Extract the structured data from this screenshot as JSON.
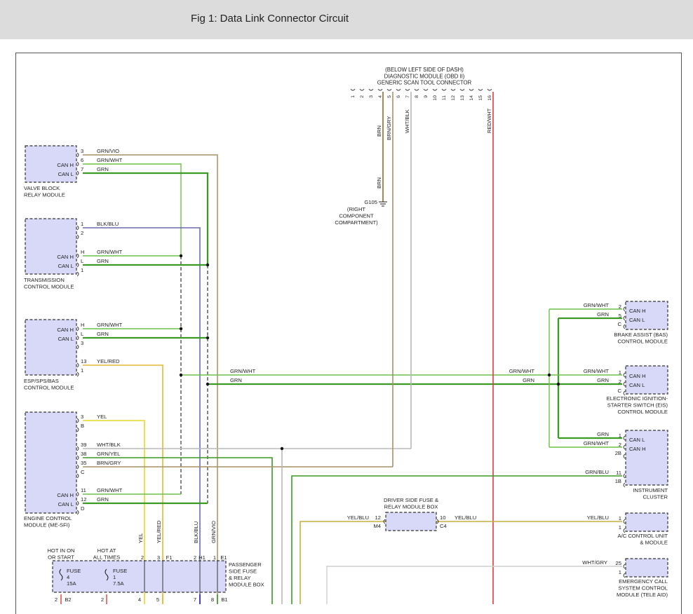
{
  "header": {
    "title": "Fig 1: Data Link Connector Circuit"
  },
  "colors": {
    "green": "#3a9a22",
    "light_green": "#6cc04a",
    "brown": "#8a6a2a",
    "tan": "#a69065",
    "gray": "#b8b8b8",
    "red": "#e23a3a",
    "purple": "#6a6ab0",
    "yellow": "#e8d820",
    "orange": "#e8b830",
    "olive": "#c8b040",
    "module_fill": "#d8d8f8"
  },
  "obd": {
    "label_lines": [
      "(BELOW LEFT SIDE OF DASH)",
      "DIAGNOSTIC MODULE (OBD II)",
      "GENERIC SCAN TOOL CONNECTOR"
    ],
    "pins": [
      "1",
      "2",
      "3",
      "4",
      "5",
      "6",
      "7",
      "8",
      "9",
      "10",
      "11",
      "12",
      "13",
      "14",
      "15",
      "16"
    ],
    "wires": {
      "w1": "BRN",
      "w2": "BRN/GRY",
      "w3": "WHT/BLK",
      "w4": "RED/WHT"
    }
  },
  "ground": {
    "wire": "BRN",
    "label_lines": [
      "G105",
      "(RIGHT",
      "COMPONENT",
      "COMPARTMENT)"
    ]
  },
  "modules": {
    "valve_block": {
      "name_lines": [
        "VALVE BLOCK",
        "RELAY MODULE"
      ],
      "labels": [
        "CAN H",
        "CAN L"
      ],
      "pins": [
        "3",
        "6",
        "7"
      ],
      "wires": [
        "GRN/VIO",
        "GRN/WHT",
        "GRN"
      ]
    },
    "transmission": {
      "name_lines": [
        "TRANSMISSION",
        "CONTROL MODULE"
      ],
      "labels": [
        "CAN H",
        "CAN L"
      ],
      "pins": [
        "1",
        "2",
        "H",
        "L",
        "1"
      ],
      "wires": [
        "BLK/BLU",
        "GRN/WHT",
        "GRN"
      ]
    },
    "esp": {
      "name_lines": [
        "ESP/SPS/BAS",
        "CONTROL MODULE"
      ],
      "labels": [
        "CAN H",
        "CAN L"
      ],
      "pins": [
        "H",
        "L",
        "3",
        "13",
        "1"
      ],
      "wires": [
        "GRN/WHT",
        "GRN",
        "YEL/RED"
      ]
    },
    "engine": {
      "name_lines": [
        "ENGINE CONTROL",
        "MODULE (ME-SFI)"
      ],
      "labels": [
        "CAN H",
        "CAN L"
      ],
      "pins": [
        "3",
        "B",
        "39",
        "38",
        "35",
        "C",
        "11",
        "12",
        "D"
      ],
      "wires": [
        "YEL",
        "WHT/BLK",
        "GRN/YEL",
        "BRN/GRY",
        "GRN/WHT",
        "GRN"
      ]
    },
    "brake": {
      "name_lines": [
        "BRAKE ASSIST (BAS)",
        "CONTROL MODULE"
      ],
      "labels": [
        "CAN H",
        "CAN L"
      ],
      "pins": [
        "2",
        "5",
        "C"
      ],
      "wires": [
        "GRN/WHT",
        "GRN"
      ]
    },
    "eis": {
      "name_lines": [
        "ELECTRONIC IGNITION-",
        "STARTER SWITCH (EIS)",
        "CONTROL MODULE"
      ],
      "labels": [
        "CAN H",
        "CAN L"
      ],
      "pins": [
        "1",
        "2",
        "C"
      ],
      "wires": [
        "GRN/WHT",
        "GRN"
      ]
    },
    "cluster": {
      "name_lines": [
        "INSTRUMENT",
        "CLUSTER"
      ],
      "labels": [
        "CAN L",
        "CAN H"
      ],
      "pins": [
        "1",
        "2",
        "2B",
        "11",
        "1B"
      ],
      "wires": [
        "GRN",
        "GRN/WHT",
        "GRN/BLU"
      ]
    },
    "ac": {
      "name_lines": [
        "A/C CONTROL UNIT",
        "& MODULE"
      ],
      "pins": [
        "1",
        "1"
      ],
      "wires": [
        "YEL/BLU"
      ]
    },
    "tele": {
      "name_lines": [
        "EMERGENCY CALL",
        "SYSTEM CONTROL",
        "MODULE (TELE AID)"
      ],
      "pins": [
        "25",
        "1"
      ],
      "wires": [
        "WHT/GRY"
      ]
    }
  },
  "bus": {
    "h": "GRN/WHT",
    "l": "GRN"
  },
  "driver_box": {
    "name_lines": [
      "DRIVER SIDE FUSE &",
      "RELAY MODULE BOX"
    ],
    "pins": [
      "12",
      "M4",
      "10",
      "C4"
    ],
    "wires": [
      "YEL/BLU",
      "YEL/BLU"
    ]
  },
  "vertical_labels": [
    "YEL",
    "YEL/RED",
    "BLK/BLU",
    "GRN/VIO"
  ],
  "pass_box": {
    "name_lines": [
      "PASSENGER",
      "SIDE FUSE",
      "& RELAY",
      "MODULE BOX"
    ],
    "hot1_lines": [
      "HOT IN ON",
      "OR START"
    ],
    "hot2_lines": [
      "HOT AT",
      "ALL TIMES"
    ],
    "fuse1_lines": [
      "FUSE",
      "4",
      "15A"
    ],
    "fuse2_lines": [
      "FUSE",
      "1",
      "7.5A"
    ],
    "top_pins": [
      "2",
      "3",
      "F1",
      "2",
      "H1",
      "1",
      "E1"
    ],
    "bottom_pins": [
      "2",
      "B2",
      "2",
      "4",
      "5",
      "7",
      "8",
      "B1"
    ]
  }
}
